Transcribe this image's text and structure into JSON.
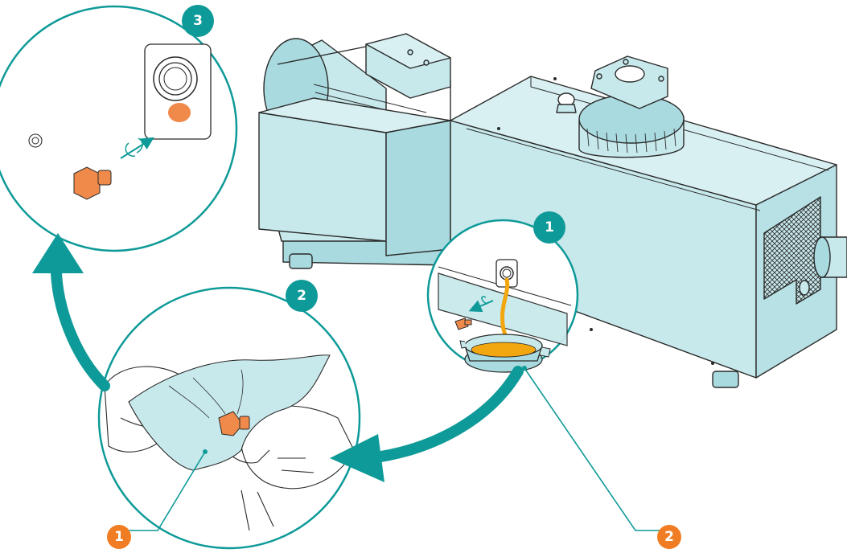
{
  "colors": {
    "teal": "#0e9a98",
    "pump_body": "#c8e9ec",
    "pump_shadow": "#a9dadf",
    "outline": "#2a2a2a",
    "oil": "#f2a60f",
    "plug": "#f08a4b",
    "callout_fill": "#f07d23"
  },
  "step_badges": [
    {
      "id": "step-1",
      "label": "1"
    },
    {
      "id": "step-2",
      "label": "2"
    },
    {
      "id": "step-3",
      "label": "3"
    }
  ],
  "callouts": [
    {
      "id": "callout-1",
      "label": "1"
    },
    {
      "id": "callout-2",
      "label": "2"
    }
  ],
  "icons": [
    "unscrew-arrow-icon",
    "screw-in-arrow-icon",
    "curved-flow-arrow-icon"
  ]
}
